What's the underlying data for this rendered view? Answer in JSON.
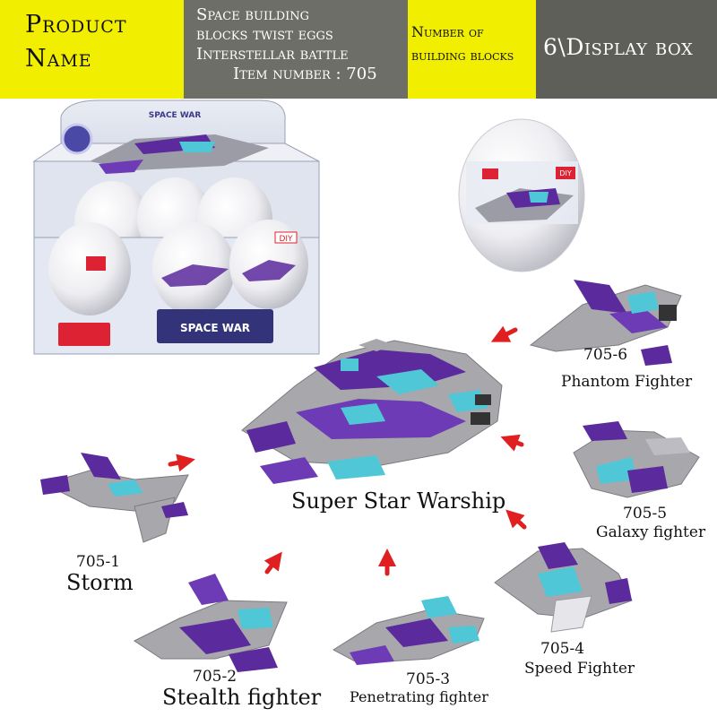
{
  "header": {
    "product_name_line1": "Product",
    "product_name_line2": "Name",
    "description_line1": "Space building",
    "description_line2": "blocks twist eggs",
    "description_line3": "Interstellar battle",
    "description_line4": "Item number : 705",
    "blocks_label_line1": "Number of",
    "blocks_label_line2": "building blocks",
    "display_box": "6\\Display box"
  },
  "packaging": {
    "box_brand": "SPACE WAR",
    "box_tag": "DIY",
    "egg_tag": "DIY"
  },
  "main_model": {
    "name": "Super Star Warship"
  },
  "models": [
    {
      "code": "705-1",
      "name": "Storm"
    },
    {
      "code": "705-2",
      "name": "Stealth fighter"
    },
    {
      "code": "705-3",
      "name": "Penetrating fighter"
    },
    {
      "code": "705-4",
      "name": "Speed Fighter"
    },
    {
      "code": "705-5",
      "name": "Galaxy fighter"
    },
    {
      "code": "705-6",
      "name": "Phantom Fighter"
    }
  ],
  "colors": {
    "yellow": "#f2ee00",
    "gray_dark": "#5f5f5a",
    "gray_mid": "#6e6e68",
    "purple": "#5b2a9c",
    "brick_gray": "#a8a8ac",
    "trans_cyan": "#4fc7d6",
    "arrow_red": "#e02020"
  }
}
